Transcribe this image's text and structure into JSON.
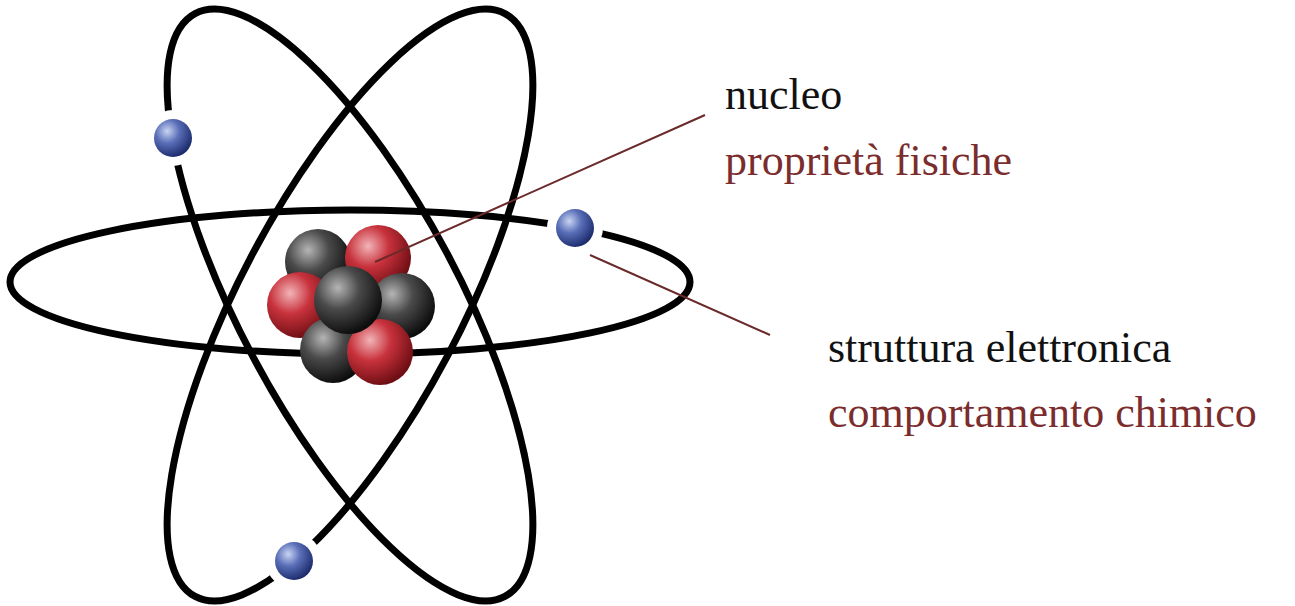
{
  "diagram": {
    "labels": [
      "nucleo",
      "proprietà fisiche",
      "struttura elettronica",
      "comportamento chimico"
    ]
  }
}
